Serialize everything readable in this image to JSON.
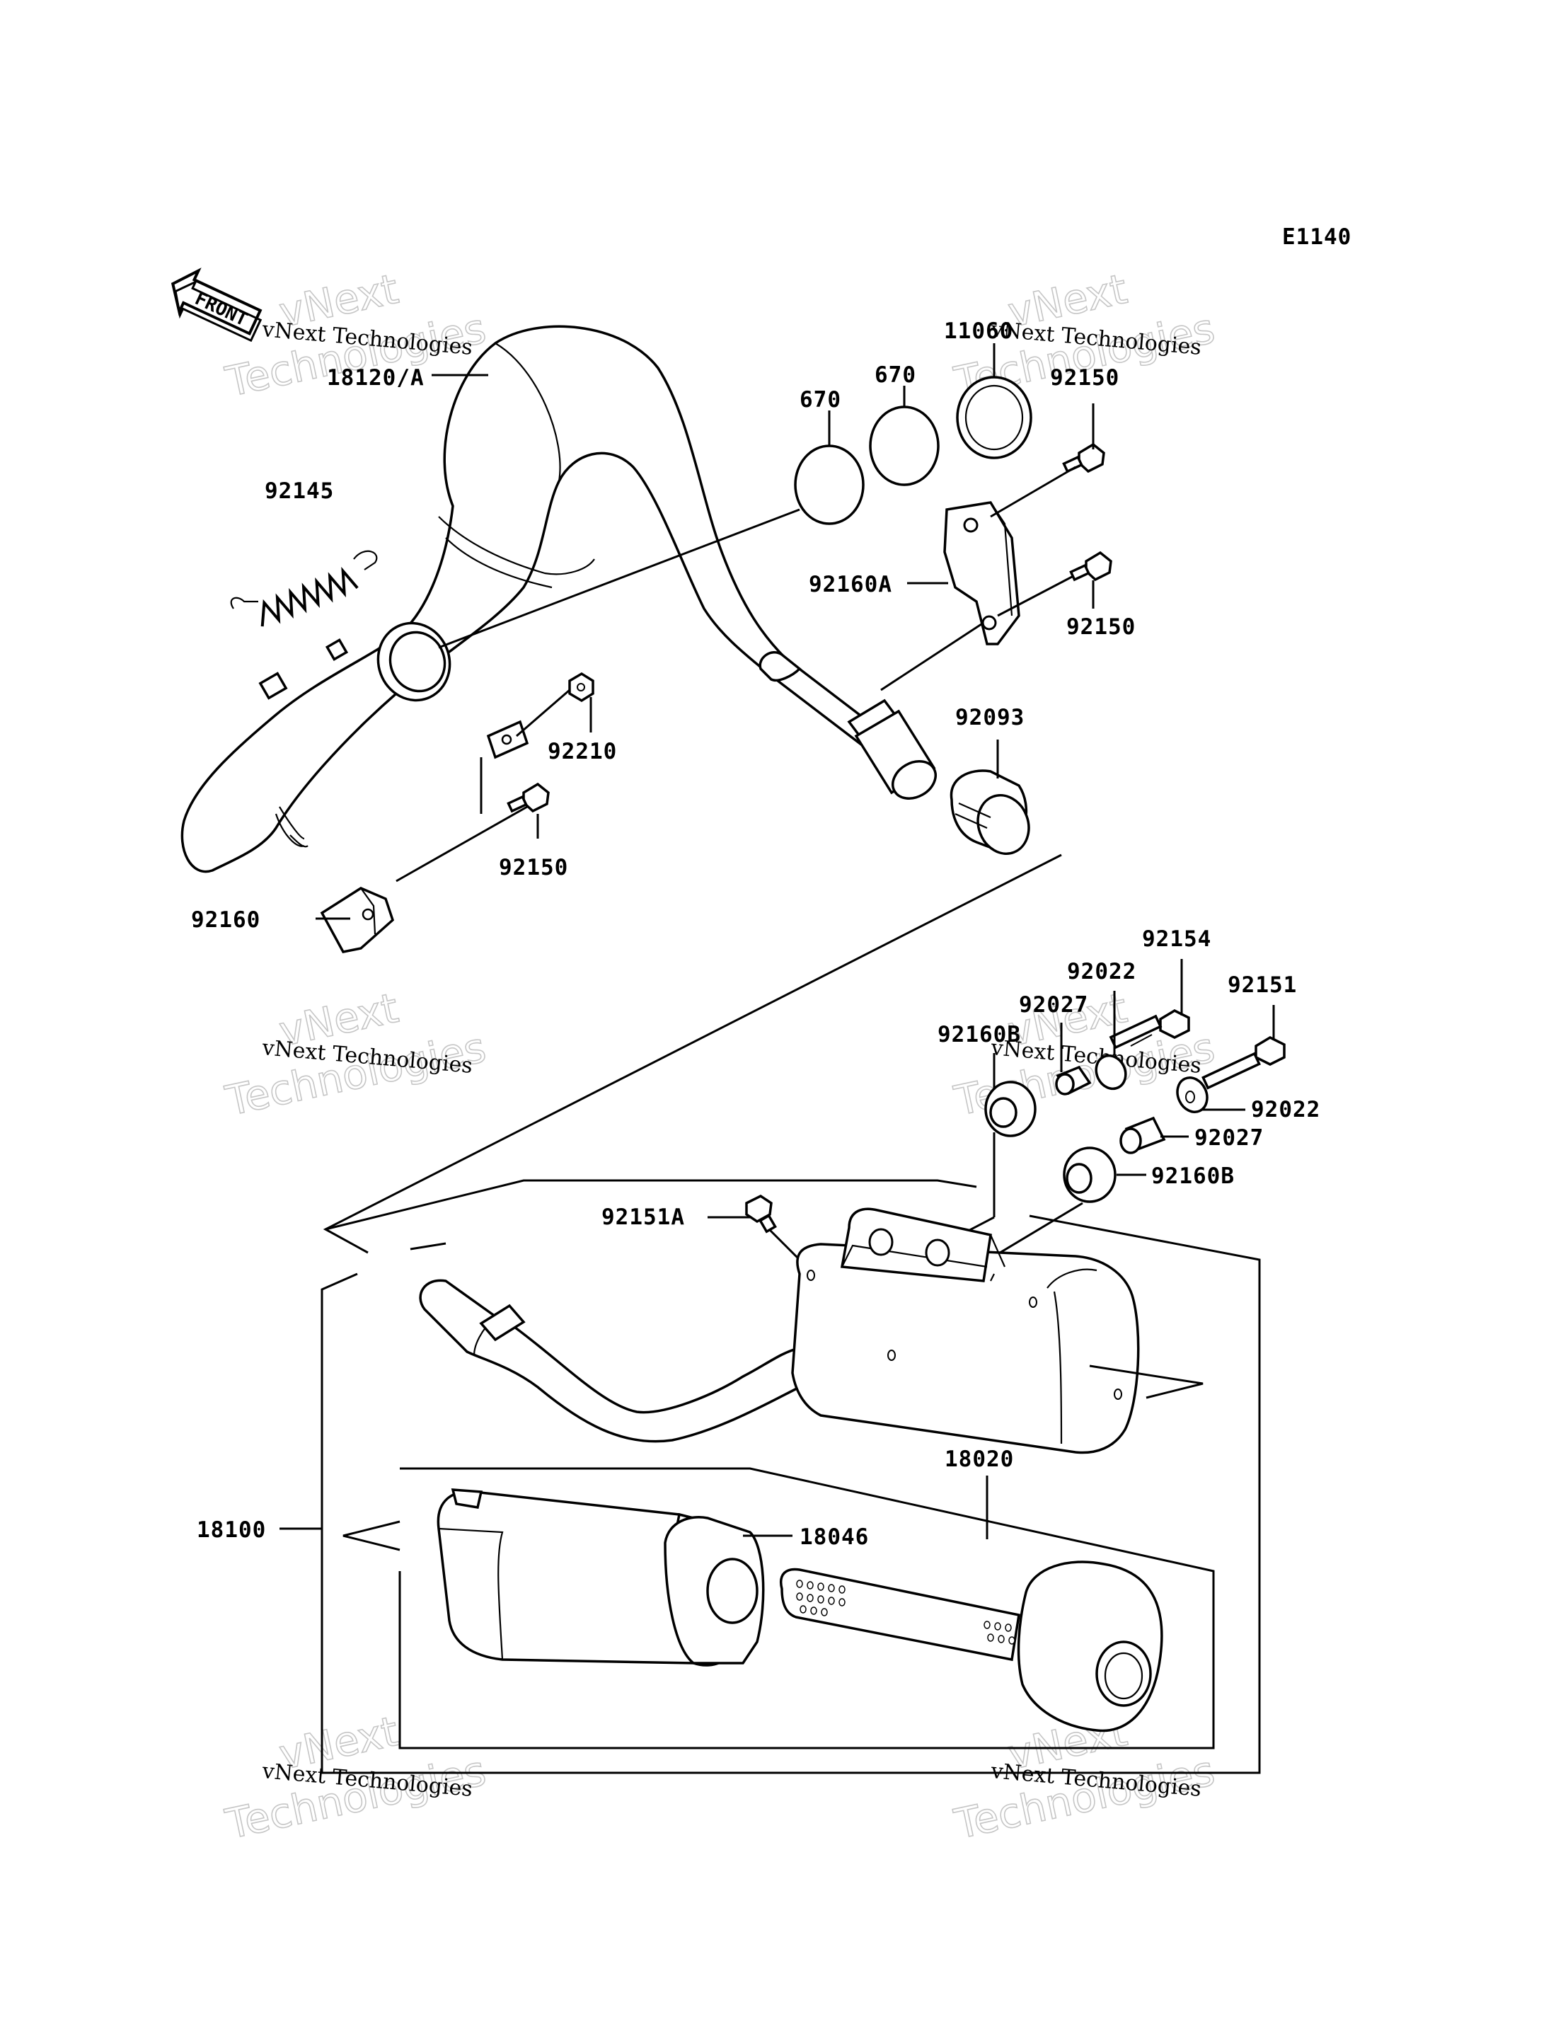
{
  "diagram_code": "E1140",
  "front_arrow_label": "FRONT",
  "watermark": {
    "small_text": "vNext Technologies",
    "big_line1": "vNext",
    "big_line2": "Technologies"
  },
  "callouts": [
    {
      "id": "c-18120a",
      "text": "18120/A"
    },
    {
      "id": "c-670a",
      "text": "670"
    },
    {
      "id": "c-670b",
      "text": "670"
    },
    {
      "id": "c-11060",
      "text": "11060"
    },
    {
      "id": "c-92150-top",
      "text": "92150"
    },
    {
      "id": "c-92145",
      "text": "92145"
    },
    {
      "id": "c-92160a",
      "text": "92160A"
    },
    {
      "id": "c-92150-mid",
      "text": "92150"
    },
    {
      "id": "c-92210",
      "text": "92210"
    },
    {
      "id": "c-92093",
      "text": "92093"
    },
    {
      "id": "c-92150-low",
      "text": "92150"
    },
    {
      "id": "c-92160",
      "text": "92160"
    },
    {
      "id": "c-92154",
      "text": "92154"
    },
    {
      "id": "c-92022-top",
      "text": "92022"
    },
    {
      "id": "c-92151",
      "text": "92151"
    },
    {
      "id": "c-92027-top",
      "text": "92027"
    },
    {
      "id": "c-92160b-top",
      "text": "92160B"
    },
    {
      "id": "c-92022-right",
      "text": "92022"
    },
    {
      "id": "c-92027-right",
      "text": "92027"
    },
    {
      "id": "c-92160b-right",
      "text": "92160B"
    },
    {
      "id": "c-92151a",
      "text": "92151A"
    },
    {
      "id": "c-18020",
      "text": "18020"
    },
    {
      "id": "c-18100",
      "text": "18100"
    },
    {
      "id": "c-18046",
      "text": "18046"
    }
  ]
}
